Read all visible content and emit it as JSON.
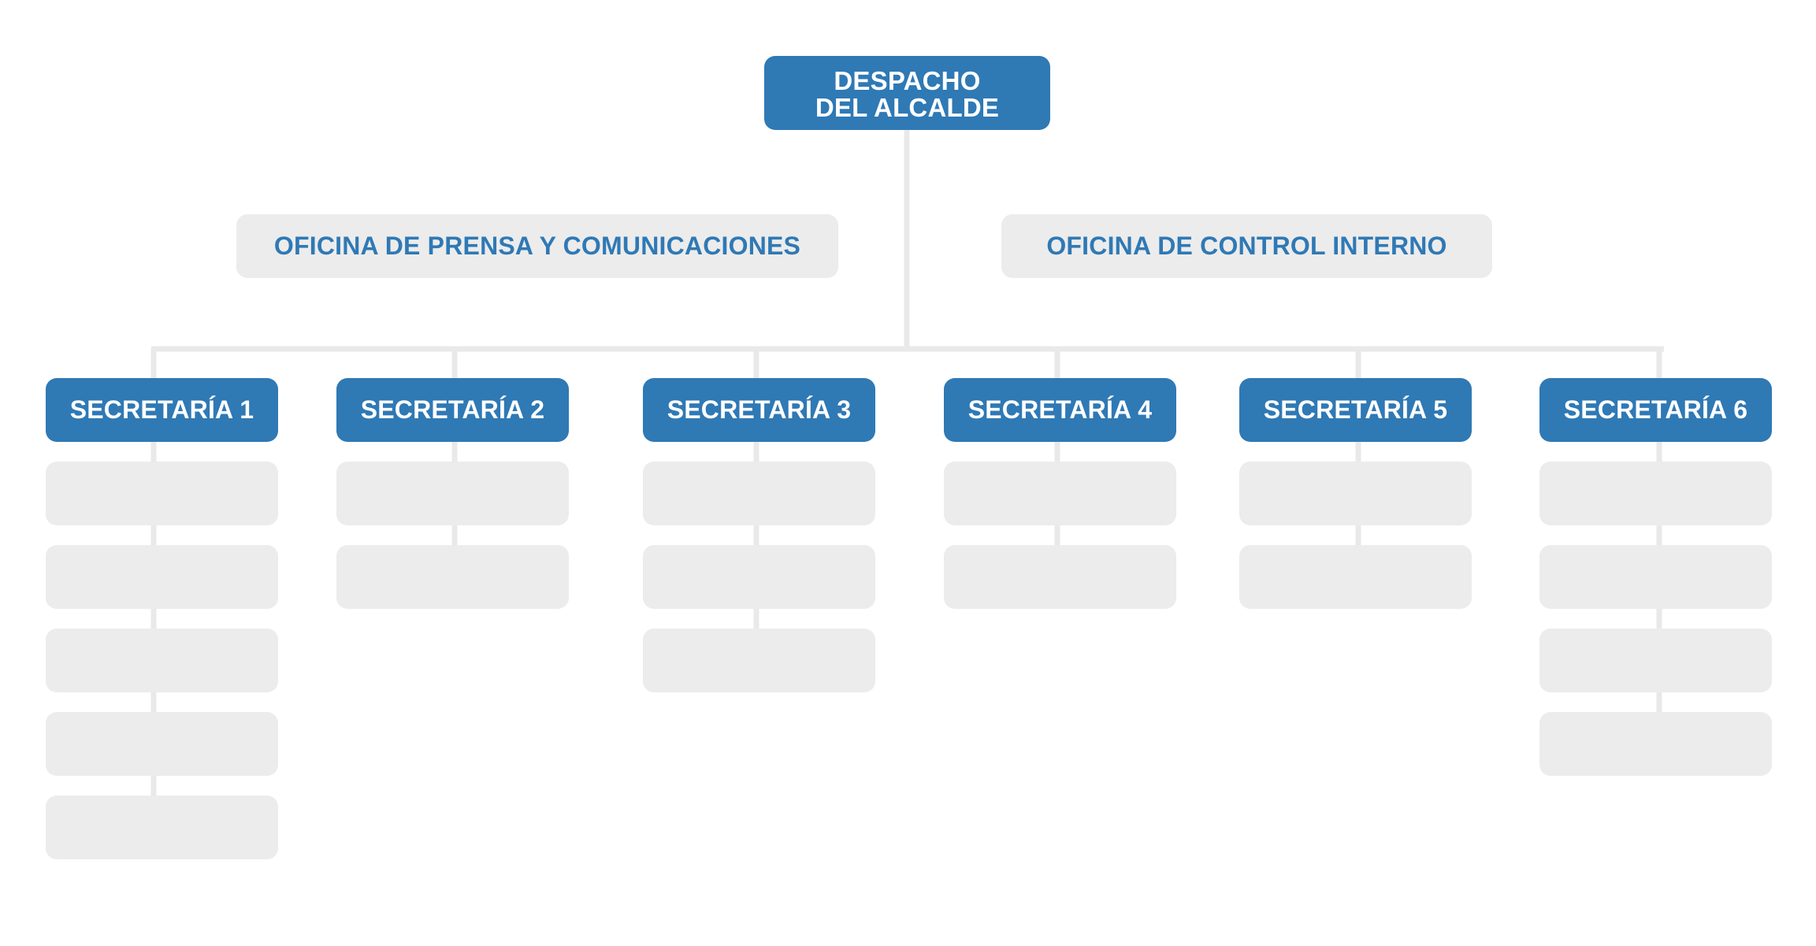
{
  "org_chart": {
    "head": {
      "label": "DESPACHO\nDEL ALCALDE"
    },
    "offices": [
      {
        "label": "OFICINA DE PRENSA Y COMUNICACIONES"
      },
      {
        "label": "OFICINA DE CONTROL INTERNO"
      }
    ],
    "secretarias": [
      {
        "label": "SECRETARÍA 1",
        "sub_unit_count": 5
      },
      {
        "label": "SECRETARÍA 2",
        "sub_unit_count": 2
      },
      {
        "label": "SECRETARÍA 3",
        "sub_unit_count": 3
      },
      {
        "label": "SECRETARÍA 4",
        "sub_unit_count": 2
      },
      {
        "label": "SECRETARÍA 5",
        "sub_unit_count": 2
      },
      {
        "label": "SECRETARÍA 6",
        "sub_unit_count": 4
      }
    ]
  },
  "colors": {
    "primary_blue": "#2f79b5",
    "light_gray": "#ececec",
    "connector_gray": "#e9e9e9",
    "white": "#ffffff"
  }
}
